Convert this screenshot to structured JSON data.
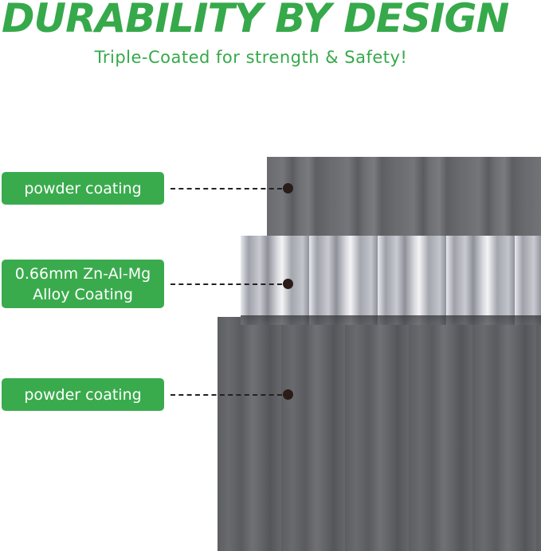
{
  "header": {
    "title": "DURABILITY BY DESIGN",
    "subtitle": "Triple-Coated for strength & Safety!"
  },
  "labels": [
    {
      "text": "powder coating"
    },
    {
      "line1": "0.66mm Zn-Al-Mg",
      "line2": "Alloy Coating"
    },
    {
      "text": "powder coating"
    }
  ],
  "colors": {
    "accent_green": "#36a94a",
    "label_bg": "#3aab4d",
    "panel_gray": "#66676b",
    "marker_dot": "#2a1c18"
  }
}
